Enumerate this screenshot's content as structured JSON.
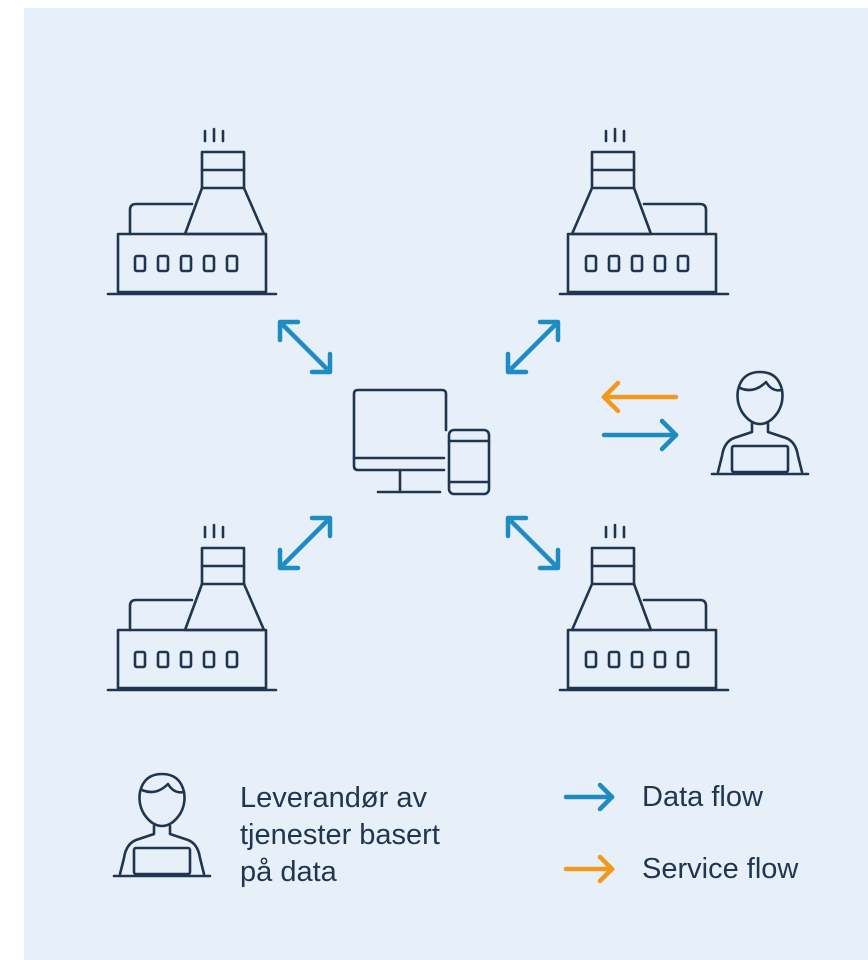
{
  "colors": {
    "background": "#e7f0f9",
    "outline": "#1f3550",
    "data_flow": "#1e8bc3",
    "service_flow": "#f29a1f"
  },
  "nodes": {
    "factories": [
      "factory-icon",
      "factory-icon",
      "factory-icon",
      "factory-icon"
    ],
    "hub": "computer-and-phone-icon",
    "provider": "person-at-laptop-icon"
  },
  "legend": {
    "provider_label_lines": [
      "Leverandør av",
      "tjenester basert",
      "på data"
    ],
    "data_flow_label": "Data flow",
    "service_flow_label": "Service flow"
  }
}
